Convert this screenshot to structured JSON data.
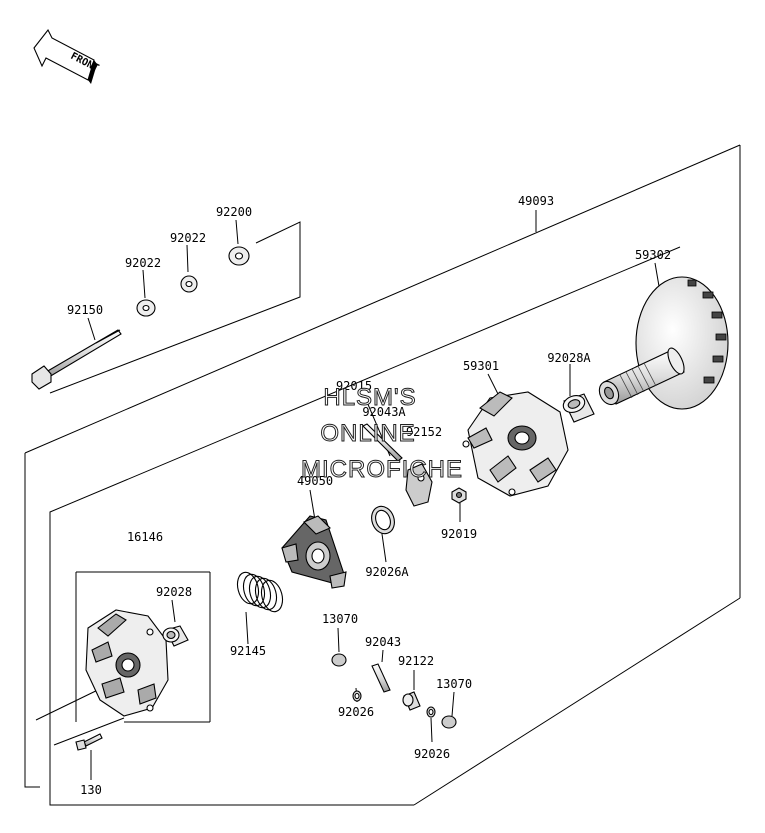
{
  "direction_badge": {
    "text": "FRONT"
  },
  "part_numbers": {
    "p92200": "92200",
    "p92022a": "92022",
    "p92022b": "92022",
    "p92150": "92150",
    "p49093": "49093",
    "p59302": "59302",
    "p59301": "59301",
    "p92028A": "92028A",
    "p92019": "92019",
    "p92152": "92152",
    "p92043A": "92043A",
    "p92015": "92015",
    "p49050": "49050",
    "p92026A": "92026A",
    "p16146": "16146",
    "p92028": "92028",
    "p92145": "92145",
    "p13070a": "13070",
    "p92043": "92043",
    "p92122": "92122",
    "p13070b": "13070",
    "p92026a": "92026",
    "p92026b": "92026",
    "p130": "130"
  },
  "watermark": {
    "line1": "HLSM'S",
    "line2": "ONLINE",
    "line3": "MICROFICHE"
  }
}
